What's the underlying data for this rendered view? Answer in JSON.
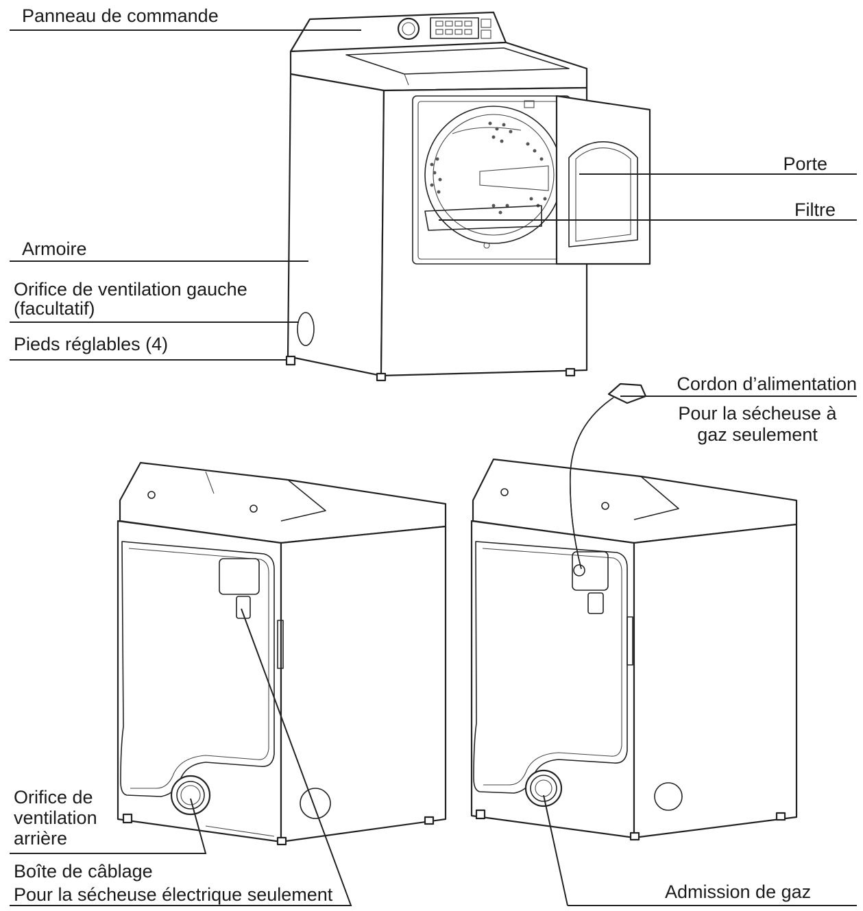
{
  "labels": {
    "control_panel": "Panneau de commande",
    "cabinet": "Armoire",
    "left_vent_1": "Orifice de ventilation gauche",
    "left_vent_2": "(facultatif)",
    "feet": "Pieds réglables (4)",
    "door": "Porte",
    "filter": "Filtre",
    "power_cord": "Cordon d’alimentation",
    "gas_only_1": "Pour la sécheuse à",
    "gas_only_2": "gaz seulement",
    "rear_vent_1": "Orifice de",
    "rear_vent_2": "ventilation",
    "rear_vent_3": "arrière",
    "wiring_box": "Boîte de câblage",
    "electric_only": "Pour la sécheuse électrique seulement",
    "gas_inlet": "Admission de gaz"
  }
}
